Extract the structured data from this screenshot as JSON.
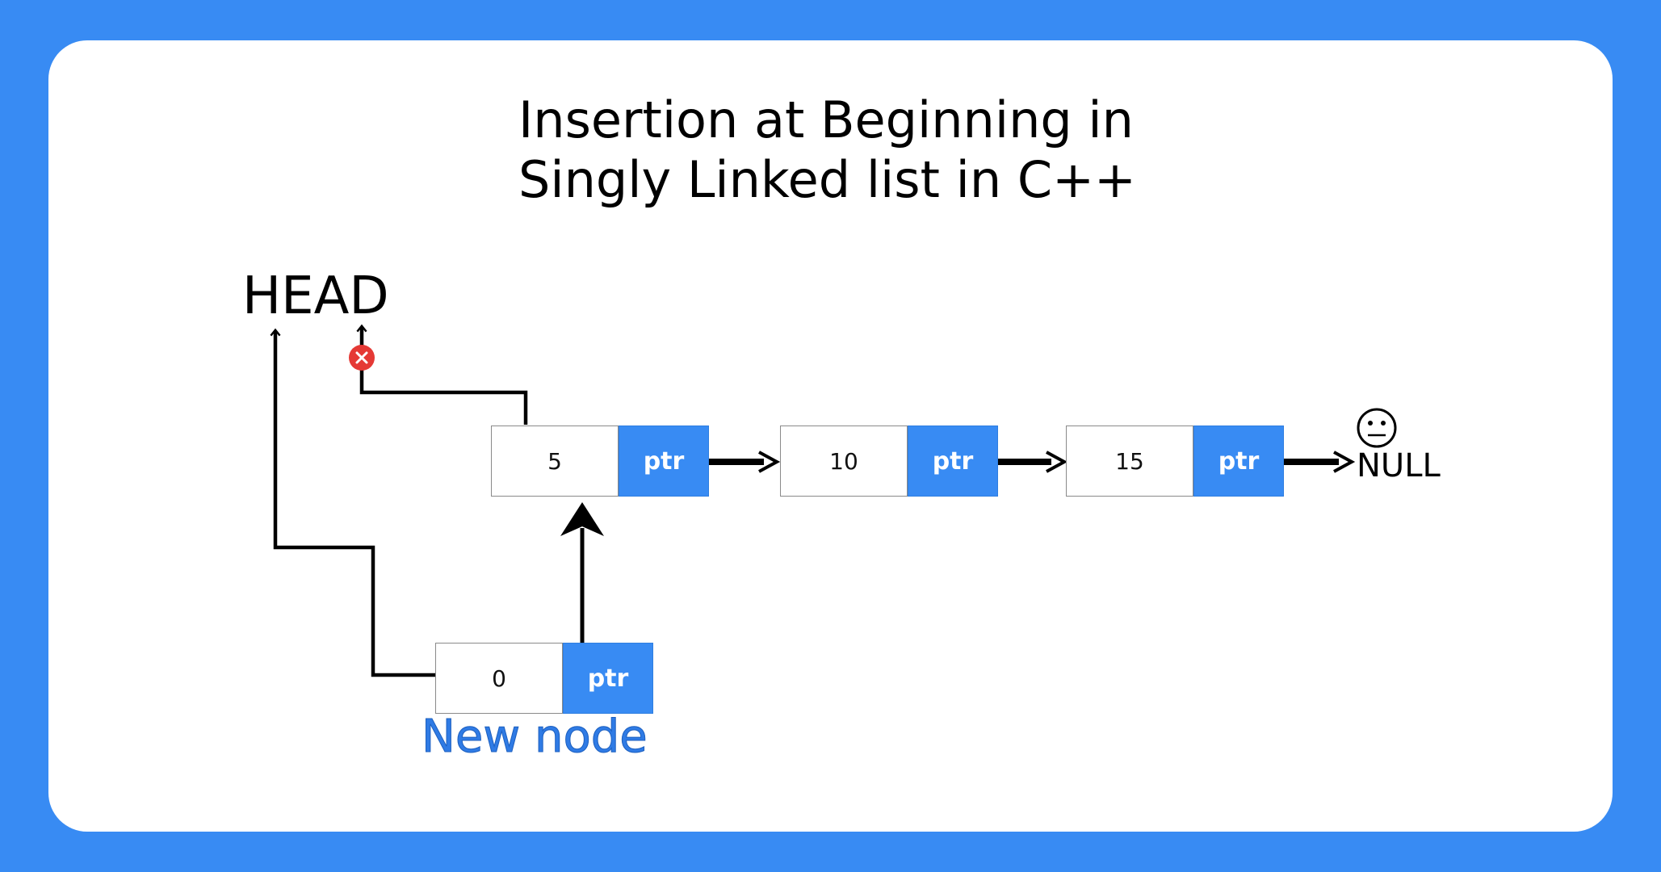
{
  "title": {
    "line1": "Insertion at Beginning in",
    "line2": "Singly Linked list in C++"
  },
  "head_label": "HEAD",
  "null_label": "NULL",
  "new_node_label": "New node",
  "nodes": [
    {
      "value": "5",
      "ptr": "ptr"
    },
    {
      "value": "10",
      "ptr": "ptr"
    },
    {
      "value": "15",
      "ptr": "ptr"
    }
  ],
  "new_node": {
    "value": "0",
    "ptr": "ptr"
  },
  "icons": {
    "removed_link": "close-icon",
    "null_face": "neutral-face-icon"
  },
  "colors": {
    "background": "#388bf3",
    "ptr_fill": "#388bf3",
    "new_node_text": "#2f7be5",
    "remove_marker": "#e53935"
  }
}
